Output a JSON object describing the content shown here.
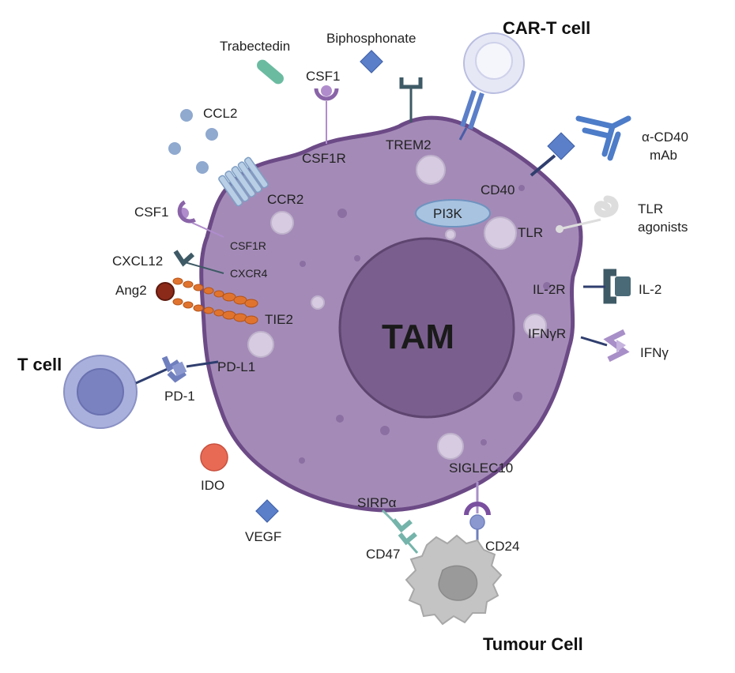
{
  "colors": {
    "cell_fill": "#a48bb7",
    "cell_stroke": "#6c4a86",
    "nucleus": "#7a5f8e",
    "receptor_purple": "#8a64a8",
    "ligand_blue": "#5b7fc8",
    "tcell": "#a9b0dc",
    "tumour": "#c4c4c4",
    "ang2": "#8c2a1a",
    "tie2_orange": "#e0742f",
    "ido": "#e86a55"
  },
  "labels": {
    "car_t_cell": "CAR-T cell",
    "trabectedin": "Trabectedin",
    "biphosphonate": "Biphosphonate",
    "csf1_top": "CSF1",
    "ccl2": "CCL2",
    "csf1r_top": "CSF1R",
    "trem2": "TREM2",
    "a_cd40_line1": "α-CD40",
    "a_cd40_line2": "mAb",
    "cd40": "CD40",
    "ccr2": "CCR2",
    "csf1_left": "CSF1",
    "pi3k": "PI3K",
    "tlr_line1": "TLR",
    "tlr_line2": "agonists",
    "tlr": "TLR",
    "csf1r_left": "CSF1R",
    "cxcl12": "CXCL12",
    "cxcr4": "CXCR4",
    "ang2": "Ang2",
    "il2r": "IL-2R",
    "il2": "IL-2",
    "tie2": "TIE2",
    "tam": "TAM",
    "ifngr": "IFNγR",
    "ifng": "IFNγ",
    "t_cell": "T cell",
    "pdl1": "PD-L1",
    "pd1": "PD-1",
    "siglec10": "SIGLEC10",
    "ido": "IDO",
    "sirpa": "SIRPα",
    "vegf": "VEGF",
    "cd47": "CD47",
    "cd24": "CD24",
    "tumour_cell": "Tumour Cell"
  }
}
